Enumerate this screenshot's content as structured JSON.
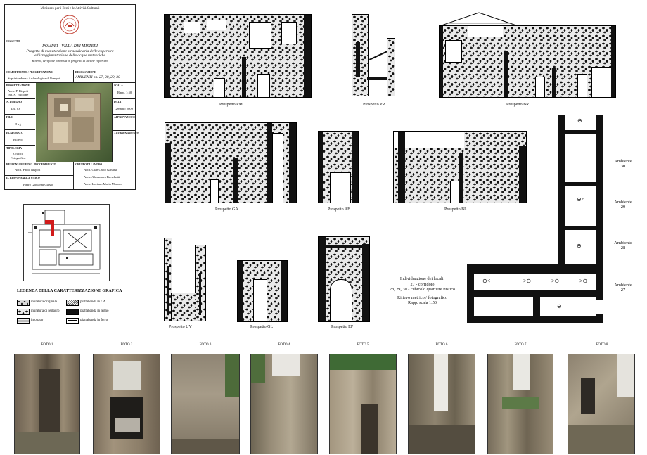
{
  "title_block": {
    "ministry": "Ministero per i Beni e le Attività Culturali",
    "label_oggetto": "OGGETTO",
    "project_place": "POMPEI - VILLA DEI MISTERI",
    "project_line1": "Progetto di manutenzione straordinaria delle coperture",
    "project_line2": "ed irreggimentazione delle acque meteoriche",
    "project_sub": "Rilievo, verifica e proposta di progetto di alcune coperture",
    "label_committente": "COMMITTENTE / PROGETTAZIONE",
    "committente": "Soprintendenza Archeologica di Pompei",
    "label_designazione": "DESIGNAZIONE",
    "designazione": "AMBIENTI nn. 27, 28, 29, 30",
    "label_progettazione": "PROGETTAZIONE",
    "progettisti": [
      "Arch. P. Rispoli",
      "Ing. S. Viscione"
    ],
    "label_scala": "SCALA",
    "scala": "Rapp. 1:50",
    "label_n_disegno": "N. DISEGNO",
    "n_disegno": "Tav. 03",
    "label_data": "DATA",
    "data": "Gennaio 2009",
    "label_file": "FILE",
    "file": "Dwg",
    "label_approvazione": "APPROVAZIONE",
    "label_elaborato": "ELABORATO",
    "elaborato": "Rilievo",
    "label_aggiornamento": "AGGIORNAMENTO",
    "label_tipologia": "TIPOLOGIA",
    "tipologia_1": "Grafico",
    "tipologia_2": "Fotografico",
    "label_responsabile": "RESPONSABILE DEL PROCEDIMENTO",
    "responsabile": "Arch. Paolo Rispoli",
    "label_gruppo": "GRUPPO DI LAVORO",
    "gruppo": [
      "Arch. Gian Carlo Ganassi",
      "Arch. Alessandra Breschetti",
      "Arch. Luciano Maria Monaco"
    ],
    "label_rup": "IL RESPONSABILE UNICO",
    "rup": "Pietro Giovanni Guzzo"
  },
  "elevations": {
    "pm": "Prospetto PM",
    "pr": "Prospetto PR",
    "br": "Prospetto BR",
    "ga": "Prospetto GA",
    "ab": "Prospetto AB",
    "bl": "Prospetto BL",
    "uv": "Prospetto UV",
    "gl": "Prospetto GL",
    "ef": "Prospetto EF"
  },
  "legend": {
    "title": "LEGENDA DELLA CARATTERIZZAZIONE GRAFICA",
    "items": [
      {
        "label": "muratura originale"
      },
      {
        "label": "piattabanda in CA"
      },
      {
        "label": "muratura di restauro"
      },
      {
        "label": "piattabanda in legno"
      },
      {
        "label": "intonaco"
      },
      {
        "label": "piattabanda in ferro"
      }
    ]
  },
  "info": {
    "line1": "Individuazione dei locali:",
    "line2": "27 - corridoio",
    "line3": "28, 29, 30 - cubicolo quartiere rustico",
    "line4": "Rilievo metrico / fotografico",
    "line5": "Rapp. scala 1:50"
  },
  "ambienti": [
    {
      "label": "Ambiente",
      "num": "30"
    },
    {
      "label": "Ambiente",
      "num": "29"
    },
    {
      "label": "Ambiente",
      "num": "28"
    },
    {
      "label": "Ambiente",
      "num": "27"
    }
  ],
  "photos": [
    "FOTO 1",
    "FOTO 2",
    "FOTO 3",
    "FOTO 4",
    "FOTO 5",
    "FOTO 6",
    "FOTO 7",
    "FOTO 8"
  ],
  "colors": {
    "ink": "#111111",
    "logo_red": "#c0392b",
    "highlight_red": "#d11a1a"
  }
}
